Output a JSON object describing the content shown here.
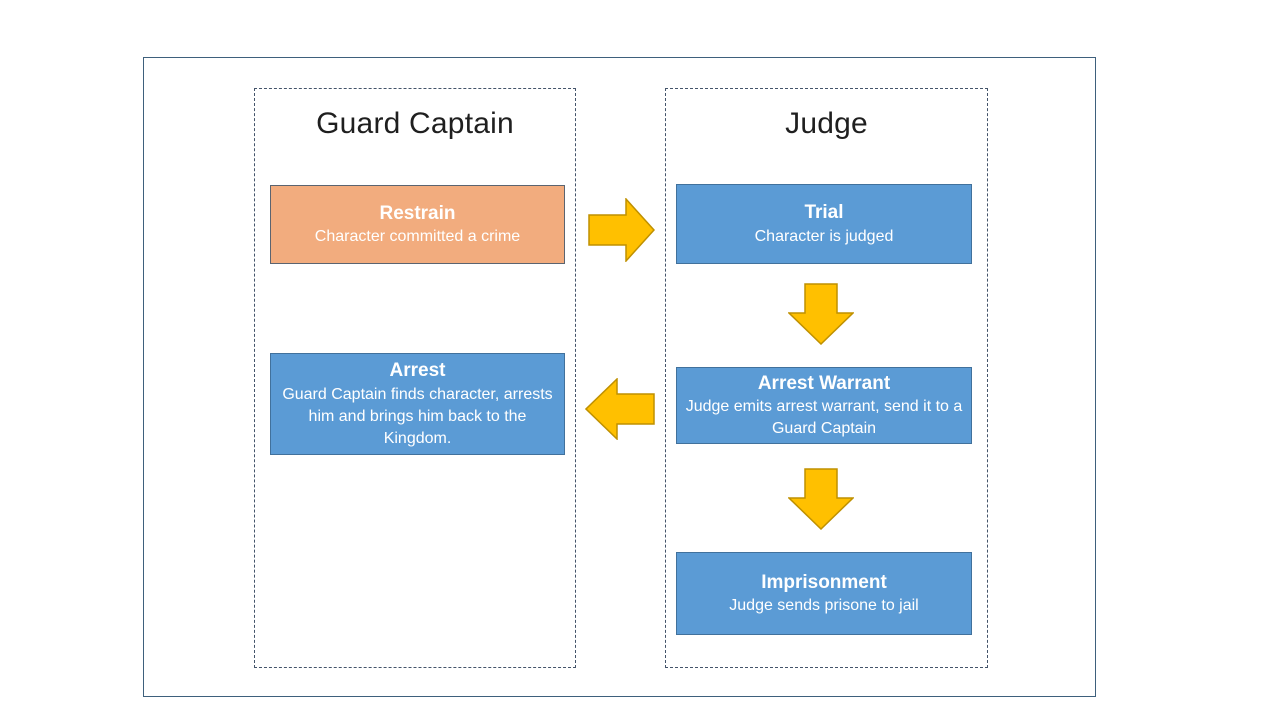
{
  "colors": {
    "blue_fill": "#5B9BD5",
    "blue_border": "#41719C",
    "orange_fill": "#F2AC7E",
    "orange_border": "#5B6470",
    "arrow_fill": "#FFC000",
    "arrow_border": "#BF9000",
    "frame_border": "#3E607C",
    "lane_border": "#44546A",
    "lane_title_color": "#1F1F1F",
    "box_text_color": "#FFFFFF"
  },
  "lanes": [
    {
      "title": "Guard Captain",
      "boxes": [
        {
          "title": "Restrain",
          "description": "Character committed a crime",
          "variant": "orange"
        },
        {
          "title": "Arrest",
          "description": "Guard Captain finds character, arrests him and brings him back to the Kingdom.",
          "variant": "blue"
        }
      ]
    },
    {
      "title": "Judge",
      "boxes": [
        {
          "title": "Trial",
          "description": "Character is judged",
          "variant": "blue"
        },
        {
          "title": "Arrest Warrant",
          "description": "Judge emits arrest warrant, send it to a Guard Captain",
          "variant": "blue"
        },
        {
          "title": "Imprisonment",
          "description": "Judge sends prisone to jail",
          "variant": "blue"
        }
      ]
    }
  ],
  "arrows": [
    {
      "direction": "right",
      "from": "Restrain",
      "to": "Trial"
    },
    {
      "direction": "down",
      "from": "Trial",
      "to": "Arrest Warrant"
    },
    {
      "direction": "left",
      "from": "Arrest Warrant",
      "to": "Arrest"
    },
    {
      "direction": "down",
      "from": "Arrest Warrant",
      "to": "Imprisonment"
    }
  ]
}
